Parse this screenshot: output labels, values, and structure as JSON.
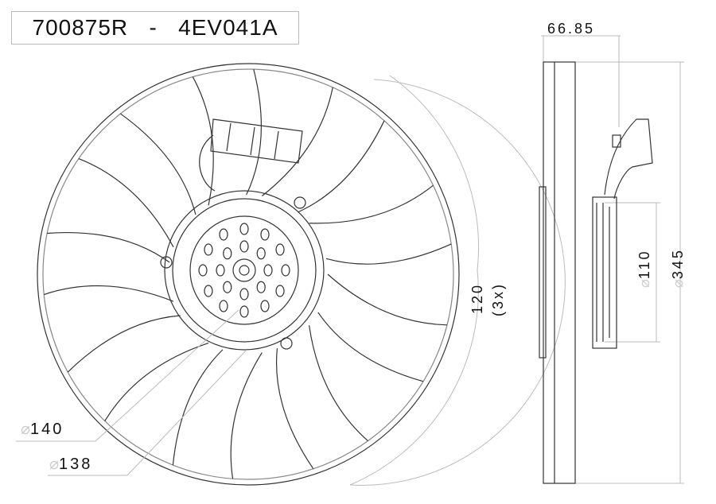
{
  "title": {
    "part_a": "700875R",
    "separator": "-",
    "part_b": "4EV041A"
  },
  "dimensions": {
    "depth": "66.85",
    "inner_diameter": {
      "symbol": "⌀",
      "value": "110"
    },
    "outer_diameter": {
      "symbol": "⌀",
      "value": "345"
    },
    "bolt_spacing": "120",
    "bolt_count": "(3x)",
    "ring_outer": {
      "symbol": "⌀",
      "value": "140"
    },
    "ring_inner": {
      "symbol": "⌀",
      "value": "138"
    }
  },
  "colors": {
    "line": "#333333",
    "dim_line": "#bbbbbb"
  }
}
